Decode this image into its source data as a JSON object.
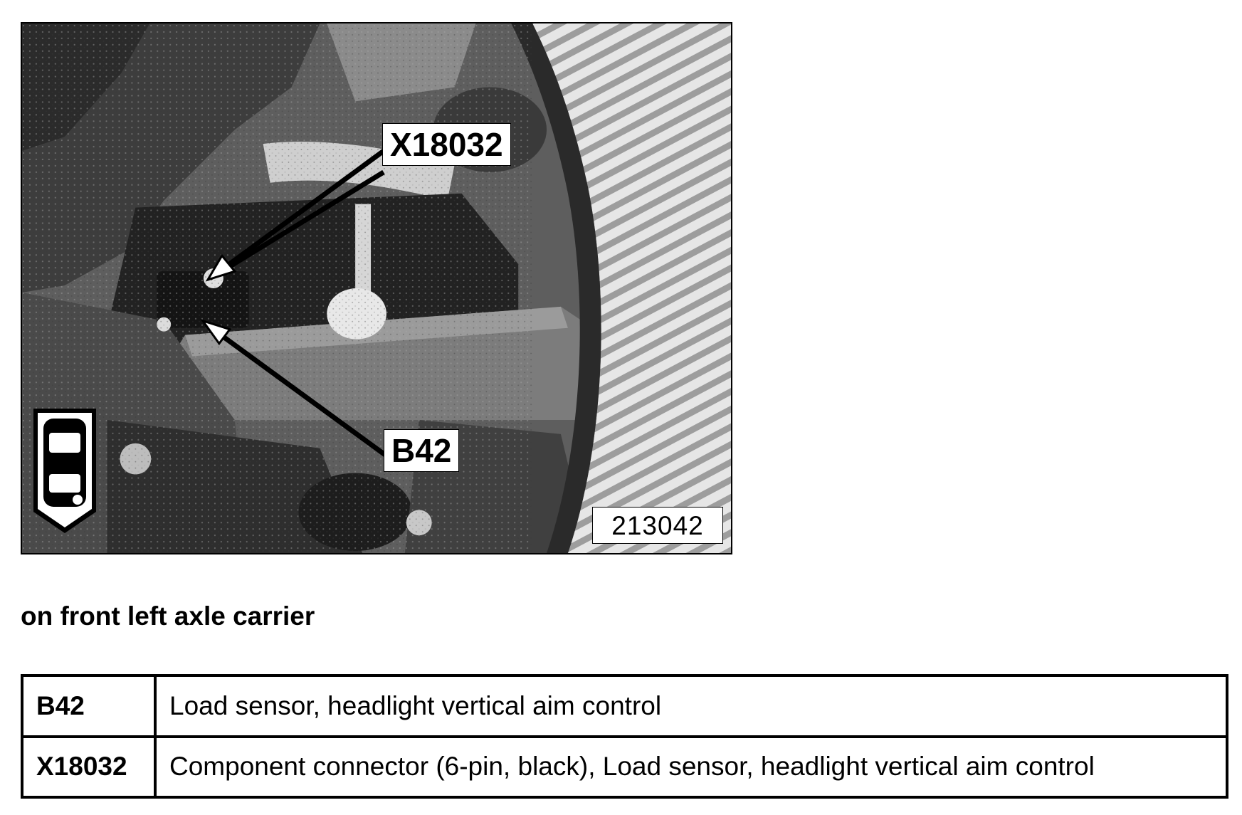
{
  "figure": {
    "callouts": [
      {
        "code": "X18032"
      },
      {
        "code": "B42"
      }
    ],
    "image_number": "213042",
    "view_icon": "car-top-view-front-left-icon"
  },
  "caption": "on front left axle carrier",
  "legend": {
    "rows": [
      {
        "code": "B42",
        "description": "Load sensor, headlight vertical aim control"
      },
      {
        "code": "X18032",
        "description": "Component connector (6-pin, black), Load sensor, headlight vertical aim control"
      }
    ]
  }
}
